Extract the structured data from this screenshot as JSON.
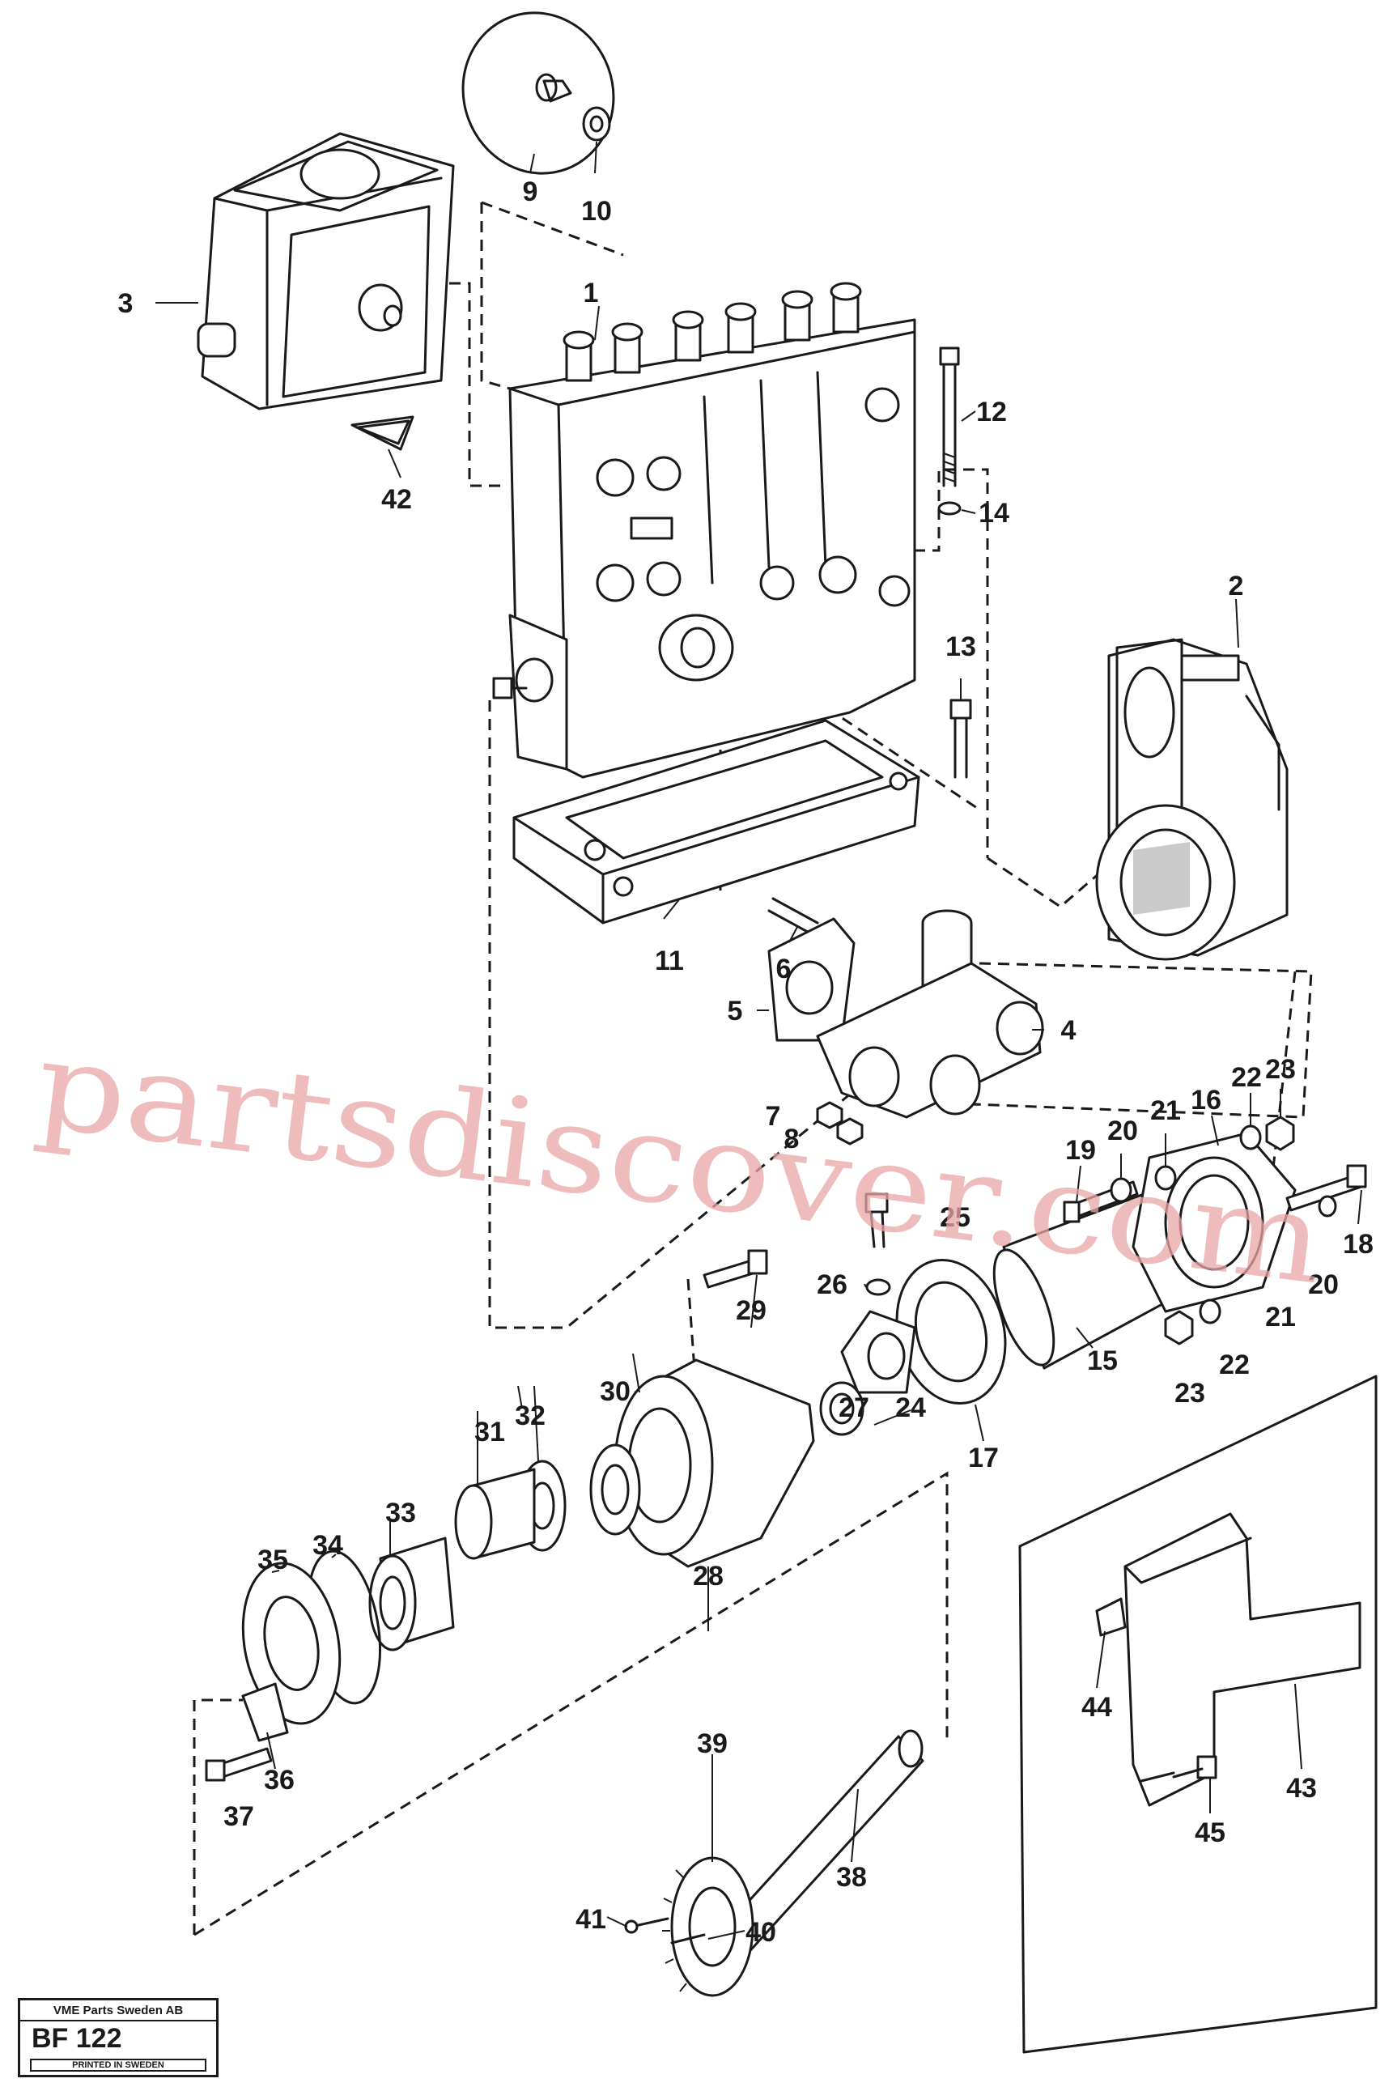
{
  "watermark": "partsdiscover.com",
  "parts": [
    {
      "id": "p1",
      "label": "1"
    },
    {
      "id": "p2",
      "label": "2"
    },
    {
      "id": "p3",
      "label": "3"
    },
    {
      "id": "p4",
      "label": "4"
    },
    {
      "id": "p5",
      "label": "5"
    },
    {
      "id": "p6",
      "label": "6"
    },
    {
      "id": "p7",
      "label": "7"
    },
    {
      "id": "p8",
      "label": "8"
    },
    {
      "id": "p9",
      "label": "9"
    },
    {
      "id": "p10",
      "label": "10"
    },
    {
      "id": "p11",
      "label": "11"
    },
    {
      "id": "p12",
      "label": "12"
    },
    {
      "id": "p13",
      "label": "13"
    },
    {
      "id": "p14",
      "label": "14"
    },
    {
      "id": "p15",
      "label": "15"
    },
    {
      "id": "p16",
      "label": "16"
    },
    {
      "id": "p17",
      "label": "17"
    },
    {
      "id": "p18",
      "label": "18"
    },
    {
      "id": "p19",
      "label": "19"
    },
    {
      "id": "p20a",
      "label": "20"
    },
    {
      "id": "p20b",
      "label": "20"
    },
    {
      "id": "p21a",
      "label": "21"
    },
    {
      "id": "p21b",
      "label": "21"
    },
    {
      "id": "p22a",
      "label": "22"
    },
    {
      "id": "p22b",
      "label": "22"
    },
    {
      "id": "p23a",
      "label": "23"
    },
    {
      "id": "p23b",
      "label": "23"
    },
    {
      "id": "p24",
      "label": "24"
    },
    {
      "id": "p25",
      "label": "25"
    },
    {
      "id": "p26",
      "label": "26"
    },
    {
      "id": "p27",
      "label": "27"
    },
    {
      "id": "p28",
      "label": "28"
    },
    {
      "id": "p29",
      "label": "29"
    },
    {
      "id": "p30",
      "label": "30"
    },
    {
      "id": "p31",
      "label": "31"
    },
    {
      "id": "p32",
      "label": "32"
    },
    {
      "id": "p33",
      "label": "33"
    },
    {
      "id": "p34",
      "label": "34"
    },
    {
      "id": "p35",
      "label": "35"
    },
    {
      "id": "p36",
      "label": "36"
    },
    {
      "id": "p37",
      "label": "37"
    },
    {
      "id": "p38",
      "label": "38"
    },
    {
      "id": "p39",
      "label": "39"
    },
    {
      "id": "p40",
      "label": "40"
    },
    {
      "id": "p41",
      "label": "41"
    },
    {
      "id": "p42",
      "label": "42"
    },
    {
      "id": "p43",
      "label": "43"
    },
    {
      "id": "p44",
      "label": "44"
    },
    {
      "id": "p45",
      "label": "45"
    }
  ],
  "stamp": {
    "company": "VME Parts Sweden AB",
    "code": "BF 122",
    "printed": "PRINTED IN SWEDEN"
  }
}
